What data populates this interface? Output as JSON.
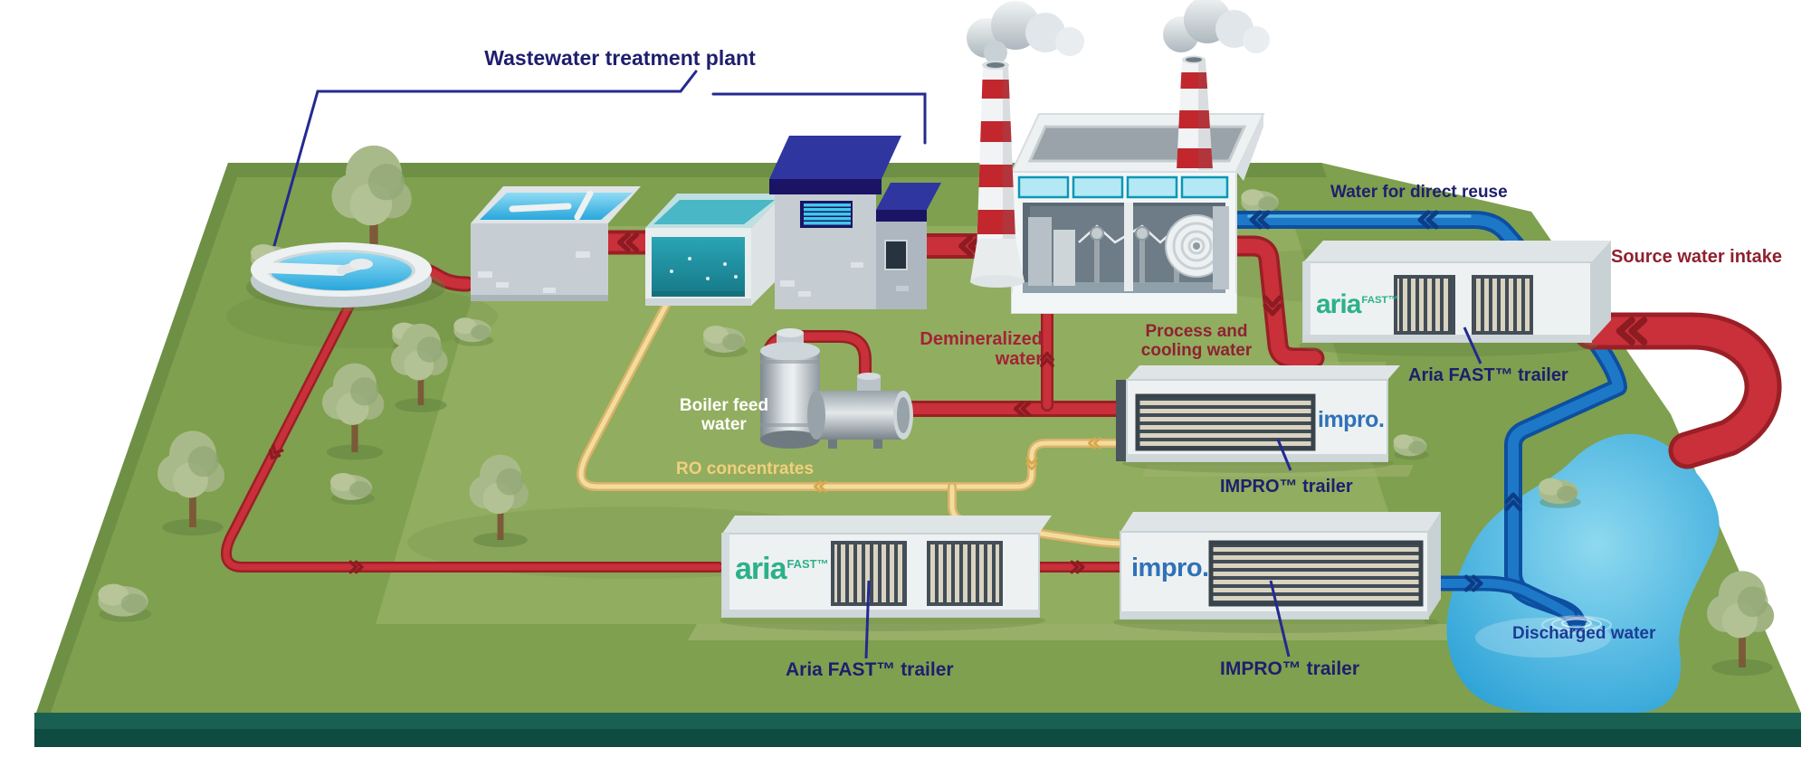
{
  "labels": {
    "wastewater_plant": "Wastewater treatment plant",
    "water_direct_reuse": "Water for direct reuse",
    "source_water_intake": "Source water intake",
    "process_cooling": "Process and cooling water",
    "demineralized": "Demineralized water",
    "boiler_feed": "Boiler feed water",
    "ro_concentrates": "RO concentrates",
    "aria_trailer_top": "Aria FAST™ trailer",
    "impro_trailer_top": "IMPRO™ trailer",
    "aria_trailer_bottom": "Aria FAST™ trailer",
    "impro_trailer_bottom": "IMPRO™ trailer",
    "discharged": "Discharged water"
  },
  "logos": {
    "aria_word": "aria",
    "aria_fast": "FAST™",
    "impro": "impro."
  },
  "colors": {
    "field_green": "#7fa04f",
    "field_inner_green": "#93ae60",
    "edge_band_teal": "#1a6052",
    "pipe_red": "#c1272d",
    "pipe_blue": "#1e78c8",
    "pipe_yellow": "#f3dc9e",
    "pond_blue": "#2aa3da",
    "label_navy": "#1e1e6e",
    "label_dark_red": "#8e2130",
    "label_gold": "#f2cf7d",
    "aria_green": "#2bb189",
    "impro_blue": "#2f72b8"
  },
  "icons": {
    "flow_arrow": "double-chevron"
  }
}
